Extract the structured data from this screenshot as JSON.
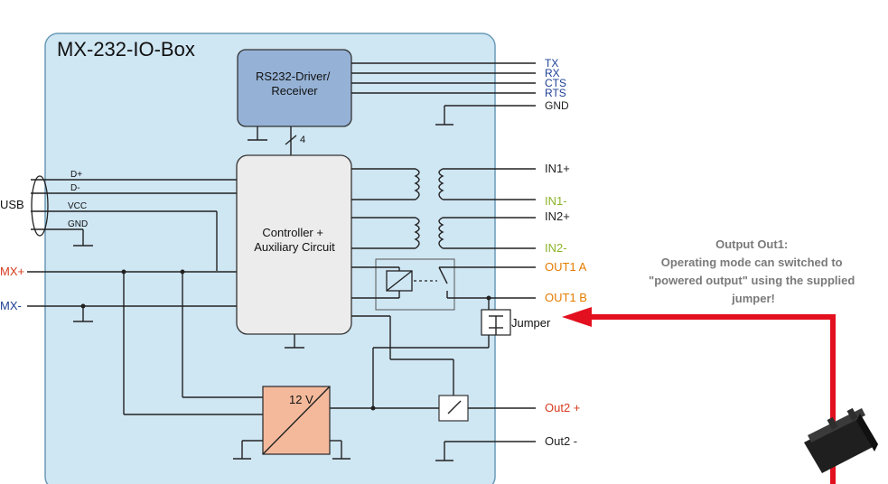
{
  "title": "MX-232-IO-Box",
  "colors": {
    "panel": "#cfe6f3",
    "panel_border": "#6a9ab8",
    "driver_fill": "#95b2d6",
    "controller_fill": "#ececec",
    "psu_fill": "#f4b99b",
    "arrow_red": "#e3101f",
    "serial_label": "#1d3f94",
    "input_label": "#8db52a",
    "output_label": "#e57c00",
    "power_label": "#d53a1e",
    "dark_label": "#222222",
    "annotation_gray": "#7a7a7a"
  },
  "blocks": {
    "driver": "RS232-Driver/\nReceiver",
    "controller": "Controller +\nAuxiliary Circuit",
    "psu": "12 V",
    "bus_width": "4"
  },
  "serial_lines": [
    "TX",
    "RX",
    "CTS",
    "RTS",
    "GND"
  ],
  "usb": {
    "label": "USB",
    "pins": [
      "D+",
      "D-",
      "VCC",
      "GND"
    ]
  },
  "power_inputs": {
    "plus": "MX+",
    "minus": "MX-"
  },
  "io": {
    "in1_plus": "IN1+",
    "in1_minus": "IN1-",
    "in2_plus": "IN2+",
    "in2_minus": "IN2-",
    "out1_a": "OUT1 A",
    "out1_b": "OUT1 B",
    "jumper": "Jumper",
    "out2_plus": "Out2 +",
    "out2_minus": "Out2 -"
  },
  "annotation": [
    "Output Out1:",
    "Operating mode can switched to",
    "\"powered output\" using the supplied",
    "jumper!"
  ],
  "icons": [
    "jumper-icon",
    "relay-icon",
    "switch-icon",
    "transformer-icon",
    "ground-icon"
  ]
}
